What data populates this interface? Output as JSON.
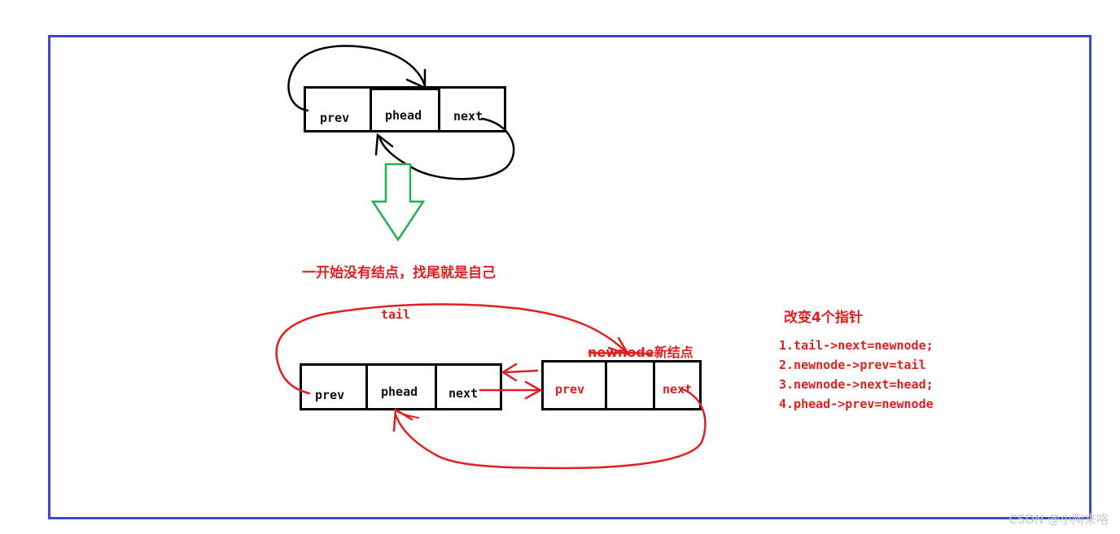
{
  "top_node": {
    "prev": "prev",
    "phead": "phead",
    "next": "next"
  },
  "bottom_node": {
    "prev": "prev",
    "phead": "phead",
    "next": "next"
  },
  "new_node": {
    "prev": "prev",
    "middle": "",
    "next": "next"
  },
  "annotations": {
    "empty_note": "一开始没有结点，找尾就是自己",
    "tail_label": "tail",
    "newnode_label": "newnode新结点",
    "change_title": "改变4个指针",
    "steps": [
      "1.tail->next=newnode;",
      "2.newnode->prev=tail",
      "3.newnode->next=head;",
      "4.phead->prev=newnode"
    ]
  },
  "watermark": "CSDN @小陶来咯",
  "colors": {
    "frame": "#3f48cc",
    "ink": "#000000",
    "red": "#e02020",
    "green": "#22b14c"
  }
}
